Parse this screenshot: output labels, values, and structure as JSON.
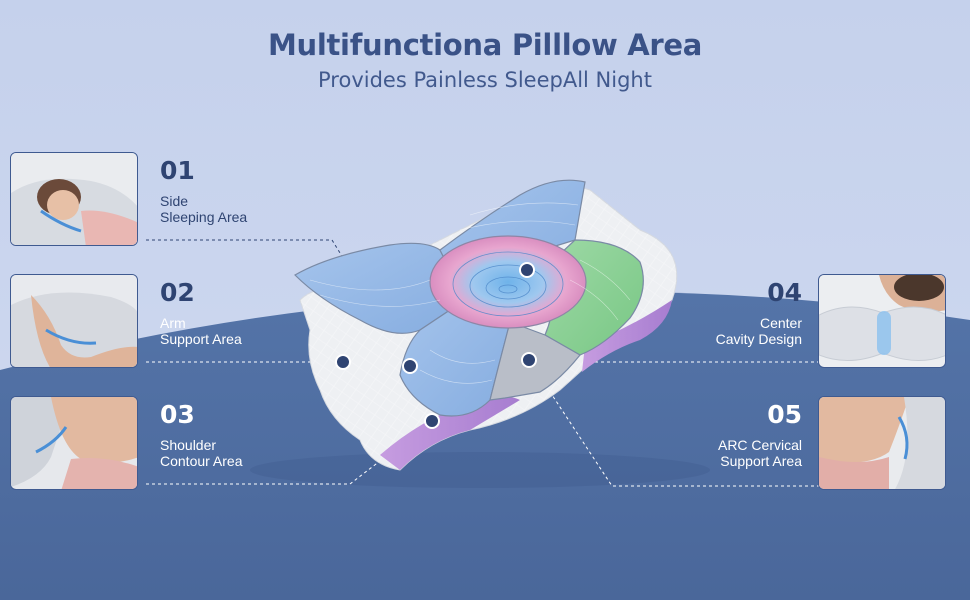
{
  "header": {
    "title": "Multifunctiona Pilllow Area",
    "subtitle": "Provides Painless SleepAll Night"
  },
  "areas": [
    {
      "number": "01",
      "line1": "Side",
      "line2": "Sleeping Area"
    },
    {
      "number": "02",
      "line1": "Arm",
      "line2": "Support Area"
    },
    {
      "number": "03",
      "line1": "Shoulder",
      "line2": "Contour Area"
    },
    {
      "number": "04",
      "line1": "Center",
      "line2": "Cavity Design"
    },
    {
      "number": "05",
      "line1": "ARC Cervical",
      "line2": "Support Area"
    }
  ],
  "colors": {
    "background_top": "#c9d5ee",
    "background_bottom": "#4f6ea2",
    "heading": "#3a5287",
    "blue_zone": "#8fb4e6",
    "pink_zone": "#e59bc4",
    "green_zone": "#8fd39a",
    "purple_edge": "#b98ad8"
  }
}
